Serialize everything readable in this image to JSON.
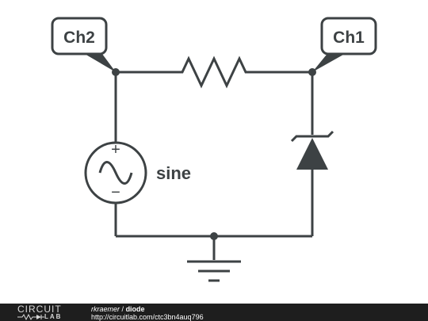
{
  "circuit": {
    "probe_ch2": "Ch2",
    "probe_ch1": "Ch1",
    "source_label": "sine",
    "source_plus": "+",
    "source_minus": "−"
  },
  "footer": {
    "logo_top": "CIRCUIT",
    "logo_bottom": "LAB",
    "author": "rkraemer",
    "separator": "/",
    "title": "diode",
    "url": "http://circuitlab.com/ctc3bn4auq796"
  }
}
